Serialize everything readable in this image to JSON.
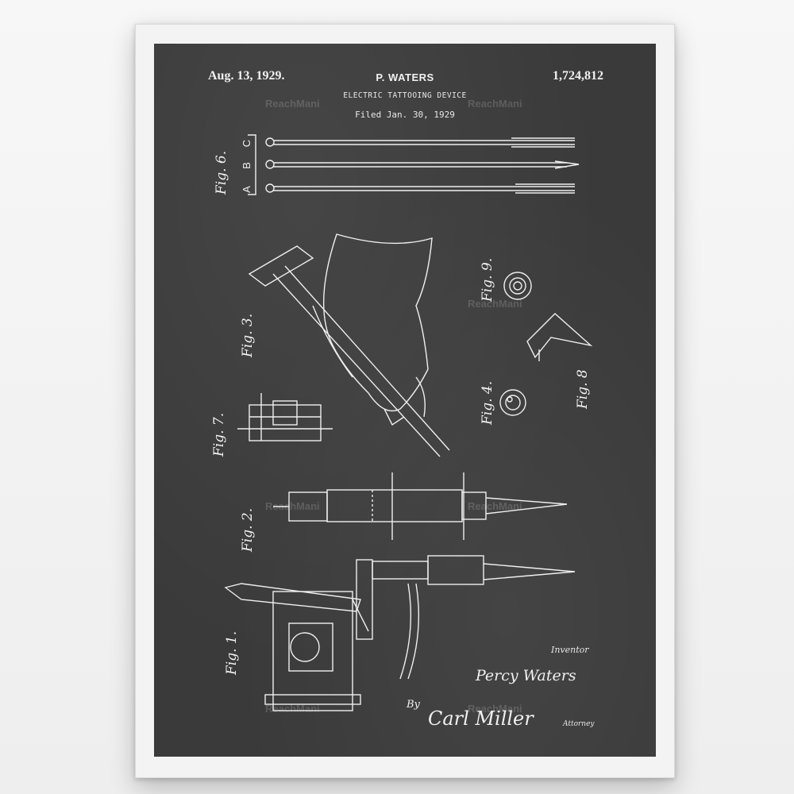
{
  "poster": {
    "header": {
      "date": "Aug. 13, 1929.",
      "inventor": "P. WATERS",
      "patent_number": "1,724,812"
    },
    "title": "ELECTRIC TATTOOING DEVICE",
    "filed": "Filed Jan. 30, 1929",
    "watermark": "ReachMani",
    "signatures": {
      "inventor_label": "Inventor",
      "inventor_name": "Percy Waters",
      "by": "By",
      "attorney_name": "Carl Miller",
      "attorney_label": "Attorney"
    },
    "figures": {
      "fig1": "Fig. 1.",
      "fig2": "Fig. 2.",
      "fig3": "Fig. 3.",
      "fig4": "Fig. 4.",
      "fig6": "Fig. 6.",
      "fig7": "Fig. 7.",
      "fig8": "Fig. 8",
      "fig9": "Fig. 9."
    },
    "needle_labels": [
      "A",
      "B",
      "C"
    ]
  },
  "colors": {
    "frame": "#f3f3f3",
    "chalkboard": "#3a3a3a",
    "line": "#f0f0f0"
  }
}
